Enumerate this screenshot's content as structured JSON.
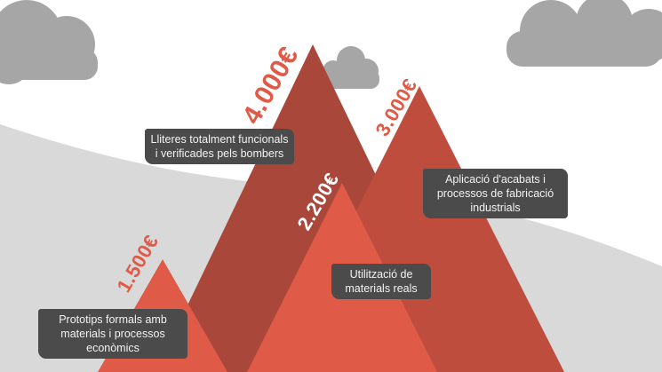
{
  "colors": {
    "mountain_dark": "#a8473a",
    "mountain_mid": "#be4d3d",
    "mountain_light": "#e05a48",
    "hill": "#d9d9d9",
    "cloud": "#a6a6a6",
    "label_box": "#4b4b4b"
  },
  "steps": [
    {
      "price": "1.500€",
      "description": "Prototips formals amb materials i processos econòmics"
    },
    {
      "price": "2.200€",
      "description": "Utilització de materials reals"
    },
    {
      "price": "3.000€",
      "description": "Aplicació d'acabats i processos de fabricació industrials"
    },
    {
      "price": "4.000€",
      "description": "Lliteres totalment funcionals i verificades pels bombers"
    }
  ]
}
